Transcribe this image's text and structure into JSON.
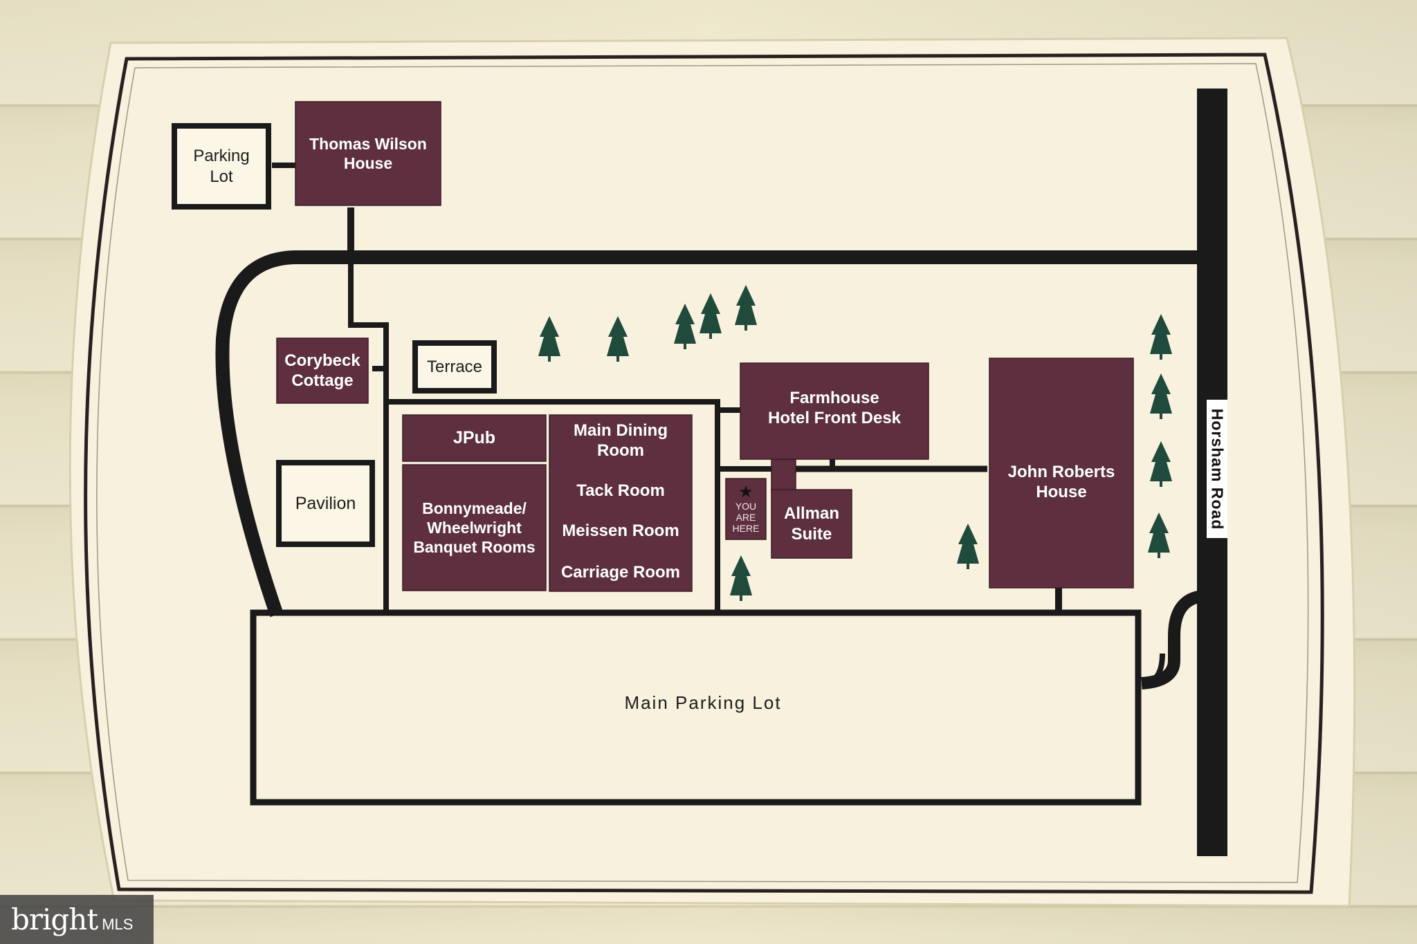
{
  "map": {
    "buildings": {
      "thomas_wilson_house": "Thomas Wilson\nHouse",
      "corybeck_cottage": "Corybeck\nCottage",
      "jpub": "JPub",
      "bonnymeade": "Bonnymeade/\nWheelwright\nBanquet Rooms",
      "main_dining_room": "Main Dining\nRoom",
      "tack_room": "Tack Room",
      "meissen_room": "Meissen Room",
      "carriage_room": "Carriage Room",
      "farmhouse": "Farmhouse\nHotel Front Desk",
      "allman_suite": "Allman\nSuite",
      "john_roberts_house": "John Roberts\nHouse"
    },
    "outlined": {
      "parking_lot_small": "Parking\nLot",
      "terrace": "Terrace",
      "pavilion": "Pavilion",
      "main_parking_lot": "Main Parking Lot"
    },
    "you_are_here": {
      "star": "★",
      "text": "YOU\nARE\nHERE"
    },
    "road": "Horsham Road",
    "colors": {
      "building": "#5e2f3e",
      "board": "#f7f0dc",
      "line": "#1a1a1a",
      "tree": "#1f4a3c"
    }
  },
  "watermark": {
    "brand": "bright",
    "sub": "MLS"
  }
}
